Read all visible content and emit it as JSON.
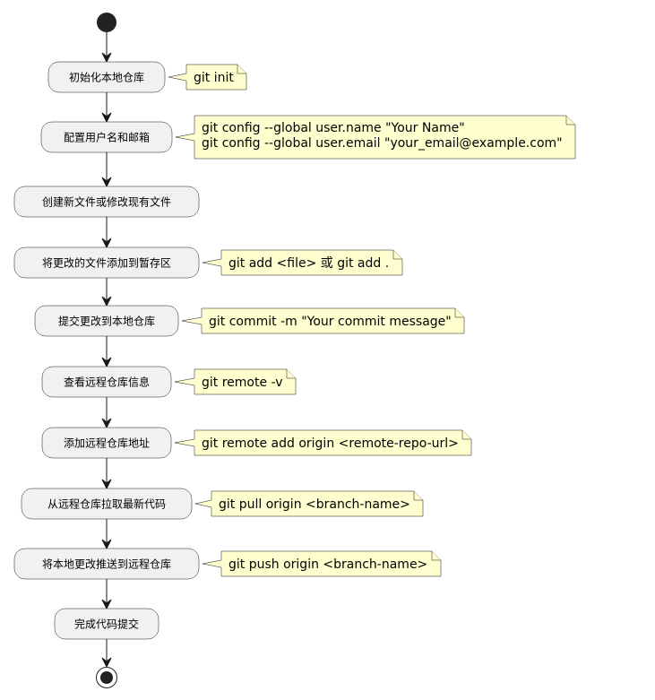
{
  "activities": [
    {
      "label": "初始化本地仓库",
      "note": [
        "git init"
      ]
    },
    {
      "label": "配置用户名和邮箱",
      "note": [
        "git config --global user.name \"Your Name\"",
        "git config --global user.email \"your_email@example.com\""
      ]
    },
    {
      "label": "创建新文件或修改现有文件",
      "note": []
    },
    {
      "label": "将更改的文件添加到暂存区",
      "note": [
        "git add <file> 或 git add ."
      ]
    },
    {
      "label": "提交更改到本地仓库",
      "note": [
        "git commit -m \"Your commit message\""
      ]
    },
    {
      "label": "查看远程仓库信息",
      "note": [
        "git remote -v"
      ]
    },
    {
      "label": "添加远程仓库地址",
      "note": [
        "git remote add origin <remote-repo-url>"
      ]
    },
    {
      "label": "从远程仓库拉取最新代码",
      "note": [
        "git pull origin <branch-name>"
      ]
    },
    {
      "label": "将本地更改推送到远程仓库",
      "note": [
        "git push origin <branch-name>"
      ]
    },
    {
      "label": "完成代码提交",
      "note": []
    }
  ]
}
